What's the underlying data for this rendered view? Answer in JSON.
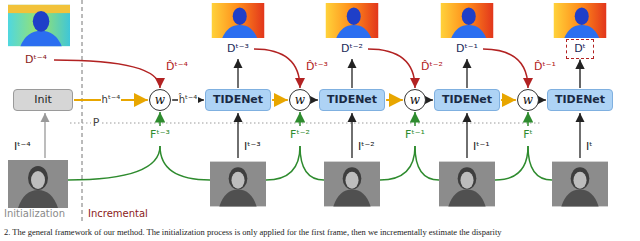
{
  "diagram": {
    "caption": "2. The general framework of our method. The initialization process is only applied for the first frame, then we incrementally estimate the disparity",
    "nodes": [
      {
        "text": [
          "Init"
        ]
      },
      {
        "text": [
          "w"
        ]
      },
      {
        "text": [
          "TIDENet"
        ]
      },
      {
        "text": [
          "w"
        ]
      },
      {
        "text": [
          "TIDENet"
        ]
      },
      {
        "text": [
          "w"
        ]
      },
      {
        "text": [
          "TIDENet"
        ]
      },
      {
        "text": [
          "w"
        ]
      },
      {
        "text": [
          "TIDENet"
        ]
      },
      {
        "text": [
          "Dᵗ"
        ]
      }
    ],
    "edges": [
      {
        "from": 0,
        "to": 1,
        "arrow": "to",
        "label": "hᵗ⁻⁴"
      },
      {
        "from": 1,
        "to": 2,
        "arrow": "to",
        "label": "ĥᵗ⁻⁴"
      },
      {
        "from": 2,
        "to": 3,
        "arrow": "to"
      },
      {
        "from": 3,
        "to": 4,
        "arrow": "to"
      },
      {
        "from": 4,
        "to": 5,
        "arrow": "to"
      },
      {
        "from": 5,
        "to": 6,
        "arrow": "to"
      },
      {
        "from": 6,
        "to": 7,
        "arrow": "to"
      },
      {
        "from": 7,
        "to": 8,
        "arrow": "to"
      },
      {
        "from": 8,
        "to": 9,
        "arrow": "to"
      }
    ],
    "labels": [
      "Dᵗ⁻⁴",
      "Dᵗ⁻³",
      "Dᵗ⁻²",
      "Dᵗ⁻¹",
      "D̂ᵗ⁻⁴",
      "D̂ᵗ⁻³",
      "D̂ᵗ⁻²",
      "D̂ᵗ⁻¹",
      "Fᵗ⁻³",
      "Fᵗ⁻²",
      "Fᵗ⁻¹",
      "Fᵗ",
      "Iᵗ⁻⁴",
      "Iᵗ⁻³",
      "Iᵗ⁻²",
      "Iᵗ⁻¹",
      "Iᵗ",
      "P",
      "Initialization",
      "Incremental"
    ]
  }
}
